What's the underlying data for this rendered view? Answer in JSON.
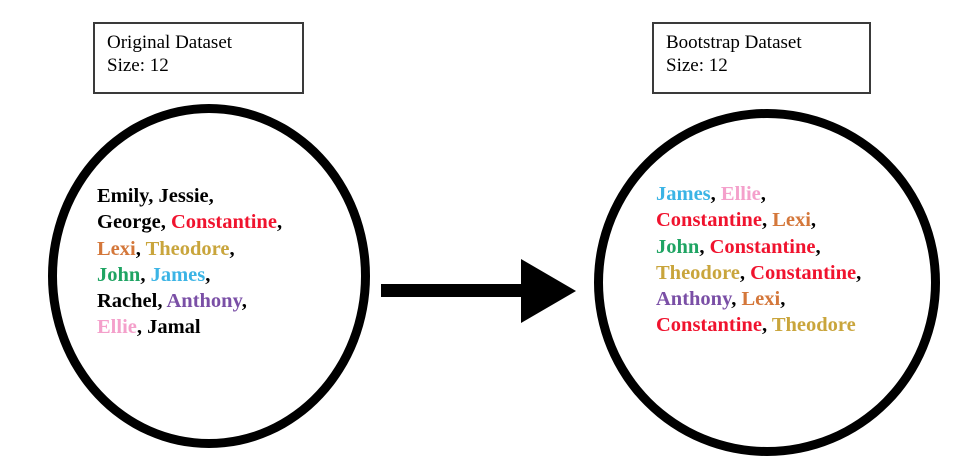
{
  "palette": {
    "black": "#000000",
    "red": "#F0132E",
    "orange": "#D4773A",
    "gold": "#C9A53C",
    "green": "#1FA463",
    "cyan": "#3BB4E5",
    "purple": "#7A4FA6",
    "pink": "#F4A0CB",
    "box_border": "#3A3A3A",
    "circle_stroke": "#000000",
    "arrow": "#000000"
  },
  "original_box": {
    "title": "Original Dataset",
    "size_label": "Size: 12"
  },
  "bootstrap_box": {
    "title": "Bootstrap Dataset",
    "size_label": "Size: 12"
  },
  "original_dataset": {
    "lines": [
      [
        {
          "text": "Emily",
          "color": "#000000",
          "sep": ","
        },
        {
          "text": "Jessie",
          "color": "#000000",
          "sep": ","
        }
      ],
      [
        {
          "text": "George",
          "color": "#000000",
          "sep": ","
        },
        {
          "text": "Constantine",
          "color": "#F0132E",
          "sep": ","
        }
      ],
      [
        {
          "text": "Lexi",
          "color": "#D4773A",
          "sep": ","
        },
        {
          "text": "Theodore",
          "color": "#C9A53C",
          "sep": ","
        }
      ],
      [
        {
          "text": "John",
          "color": "#1FA463",
          "sep": ","
        },
        {
          "text": "James",
          "color": "#3BB4E5",
          "sep": ","
        }
      ],
      [
        {
          "text": "Rachel",
          "color": "#000000",
          "sep": ","
        },
        {
          "text": "Anthony",
          "color": "#7A4FA6",
          "sep": ","
        }
      ],
      [
        {
          "text": "Ellie",
          "color": "#F4A0CB",
          "sep": ","
        },
        {
          "text": "Jamal",
          "color": "#000000",
          "sep": ""
        }
      ]
    ]
  },
  "bootstrap_dataset": {
    "lines": [
      [
        {
          "text": "James",
          "color": "#3BB4E5",
          "sep": ","
        },
        {
          "text": "Ellie",
          "color": "#F4A0CB",
          "sep": ","
        }
      ],
      [
        {
          "text": "Constantine",
          "color": "#F0132E",
          "sep": ","
        },
        {
          "text": "Lexi",
          "color": "#D4773A",
          "sep": ","
        }
      ],
      [
        {
          "text": "John",
          "color": "#1FA463",
          "sep": ","
        },
        {
          "text": "Constantine",
          "color": "#F0132E",
          "sep": ","
        }
      ],
      [
        {
          "text": "Theodore",
          "color": "#C9A53C",
          "sep": ","
        },
        {
          "text": "Constantine",
          "color": "#F0132E",
          "sep": ","
        }
      ],
      [
        {
          "text": "Anthony",
          "color": "#7A4FA6",
          "sep": ","
        },
        {
          "text": "Lexi",
          "color": "#D4773A",
          "sep": ","
        }
      ],
      [
        {
          "text": "Constantine",
          "color": "#F0132E",
          "sep": ","
        },
        {
          "text": "Theodore",
          "color": "#C9A53C",
          "sep": ""
        }
      ]
    ]
  },
  "arrow": {
    "direction": "right",
    "meaning": "resample-with-replacement"
  }
}
